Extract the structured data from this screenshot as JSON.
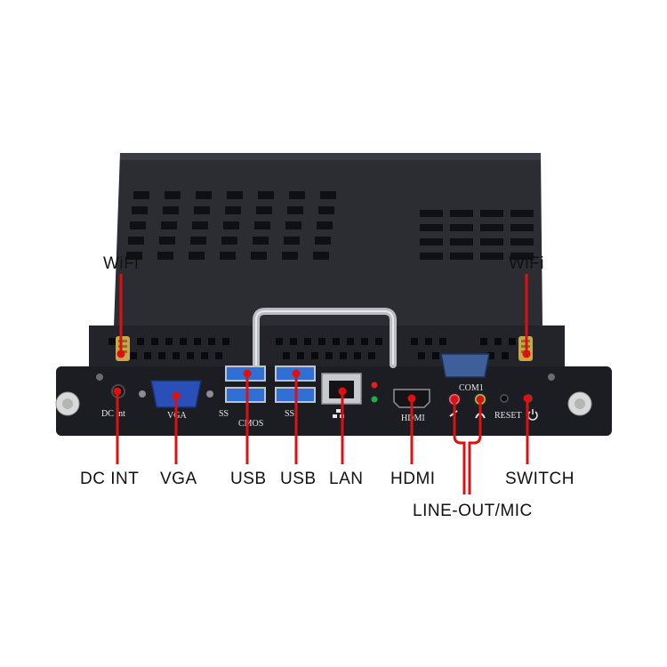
{
  "callouts": {
    "wifi_left": "WiFi",
    "wifi_right": "WiFi",
    "dc_int": "DC INT",
    "vga": "VGA",
    "usb_1": "USB",
    "usb_2": "USB",
    "lan": "LAN",
    "hdmi": "HDMI",
    "switch": "SWITCH",
    "line_out_mic": "LINE-OUT/MIC"
  },
  "panel_labels": {
    "dc": "DC int",
    "vga": "VGA",
    "cmos": "CMOS",
    "usb_left": "SS",
    "usb_right": "SS",
    "hdmi": "HDMI",
    "com": "COM1",
    "reset": "RESET"
  },
  "colors": {
    "callout_line": "#dd1111",
    "chassis": "#2b2d33",
    "usb_port": "#2f6fd6",
    "vga_port": "#2a4fb8",
    "com_port": "#3f5f9a",
    "mic_jack": "#e86a8a",
    "lineout_jack": "#8ccf5a",
    "led_red": "#e02020",
    "led_green": "#20b040"
  }
}
